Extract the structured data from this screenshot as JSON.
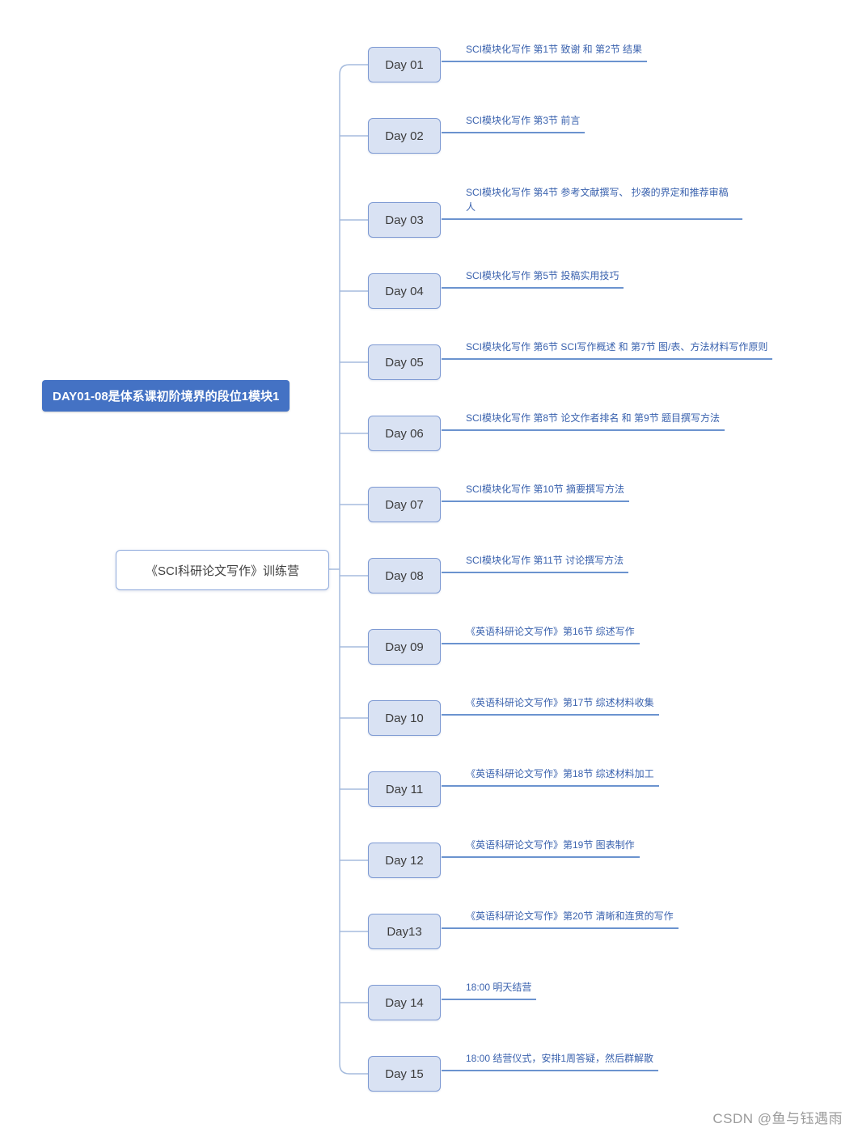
{
  "root": {
    "label": "《SCI科研论文写作》训练营"
  },
  "callout": {
    "label": "DAY01-08是体系课初阶境界的段位1模块1"
  },
  "days": [
    {
      "label": "Day 01",
      "topic": "SCI模块化写作 第1节 致谢 和 第2节 结果"
    },
    {
      "label": "Day 02",
      "topic": "SCI模块化写作 第3节 前言"
    },
    {
      "label": "Day 03",
      "topic": "SCI模块化写作 第4节 参考文献撰写、 抄袭的界定和推荐审稿人"
    },
    {
      "label": "Day 04",
      "topic": "SCI模块化写作  第5节 投稿实用技巧"
    },
    {
      "label": "Day 05",
      "topic": "SCI模块化写作 第6节 SCI写作概述 和 第7节 图/表、方法材料写作原则"
    },
    {
      "label": "Day 06",
      "topic": "SCI模块化写作 第8节 论文作者排名 和 第9节 题目撰写方法"
    },
    {
      "label": "Day 07",
      "topic": "SCI模块化写作 第10节 摘要撰写方法"
    },
    {
      "label": "Day 08",
      "topic": "SCI模块化写作 第11节 讨论撰写方法"
    },
    {
      "label": "Day 09",
      "topic": "《英语科研论文写作》第16节 综述写作"
    },
    {
      "label": "Day 10",
      "topic": "《英语科研论文写作》第17节 综述材料收集"
    },
    {
      "label": "Day 11",
      "topic": "《英语科研论文写作》第18节 综述材料加工"
    },
    {
      "label": "Day 12",
      "topic": "《英语科研论文写作》第19节 图表制作"
    },
    {
      "label": "Day13",
      "topic": "《英语科研论文写作》第20节 清晰和连贯的写作"
    },
    {
      "label": "Day 14",
      "topic": "18:00 明天结营"
    },
    {
      "label": "Day 15",
      "topic": "18:00 结营仪式，安排1周答疑，然后群解散"
    }
  ],
  "watermark": "CSDN @鱼与钰遇雨",
  "colors": {
    "node_fill": "#d9e2f3",
    "node_border": "#7e9ad3",
    "topic_text": "#3a62ae",
    "topic_line": "#6b93cf",
    "connector": "#a5bbdd",
    "callout_bg": "#4472c4"
  }
}
